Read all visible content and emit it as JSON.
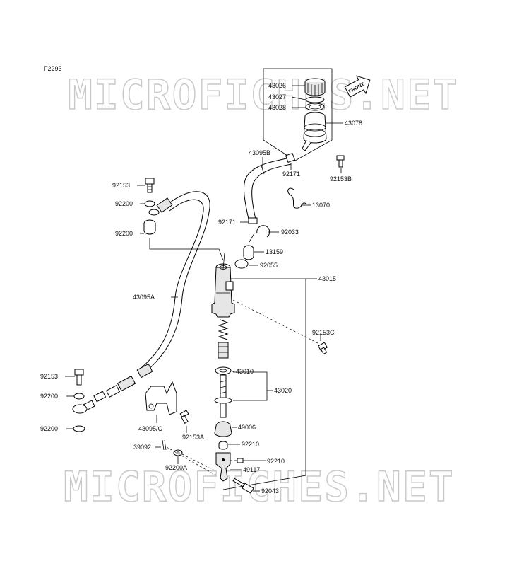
{
  "figure_code": "F2293",
  "watermark_top": "MICROFICHES.NET",
  "watermark_bottom": "MICROFICHES.NET",
  "front_label": "FRONT",
  "labels": {
    "p43026": "43026",
    "p43027": "43027",
    "p43028": "43028",
    "p43078": "43078",
    "p43095B": "43095B",
    "p92171a": "92171",
    "p92153B": "92153B",
    "p13070": "13070",
    "p92171b": "92171",
    "p92033": "92033",
    "p13159": "13159",
    "p92055": "92055",
    "p43015": "43015",
    "p92153a": "92153",
    "p92200a": "92200",
    "p92200b": "92200",
    "p43095A": "43095A",
    "p92153C": "92153C",
    "p43010": "43010",
    "p43020": "43020",
    "p92153b": "92153",
    "p92200c": "92200",
    "p43095C": "43095/C",
    "p92153A": "92153A",
    "p49006": "49006",
    "p92200d": "92200",
    "p39092": "39092",
    "p92210a": "92210",
    "p92210b": "92210",
    "p92200A": "92200A",
    "p49117": "49117",
    "p92043": "92043"
  },
  "colors": {
    "line": "#000000",
    "watermark": "#c9c9c9",
    "background": "#ffffff"
  }
}
